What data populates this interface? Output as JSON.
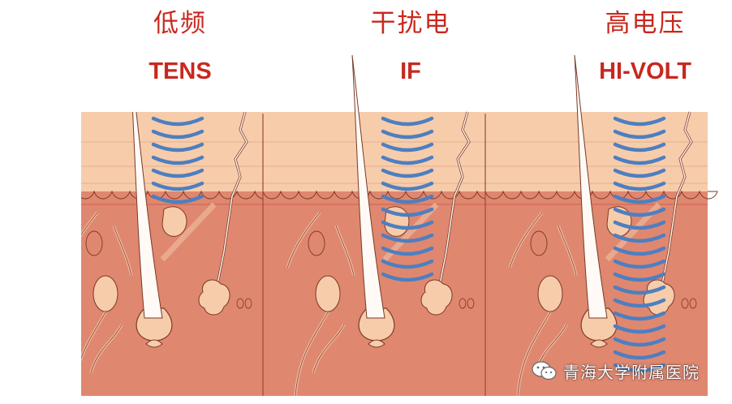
{
  "panels": [
    {
      "title_cn": "低频",
      "title_en": "TENS",
      "wave_arcs": 7
    },
    {
      "title_cn": "干扰电",
      "title_en": "IF",
      "wave_arcs": 13
    },
    {
      "title_cn": "高电压",
      "title_en": "HI-VOLT",
      "wave_arcs": 20
    }
  ],
  "watermark": {
    "text": "青海大学附属医院",
    "icon": "wechat-icon"
  },
  "colors": {
    "title": "#c8281e",
    "epidermis": "#f7ccab",
    "dermis": "#e08770",
    "dermis_dark": "#c9634c",
    "hair": "#fffaf5",
    "outline": "#7a3a28",
    "wave": "#4d7fc0"
  }
}
